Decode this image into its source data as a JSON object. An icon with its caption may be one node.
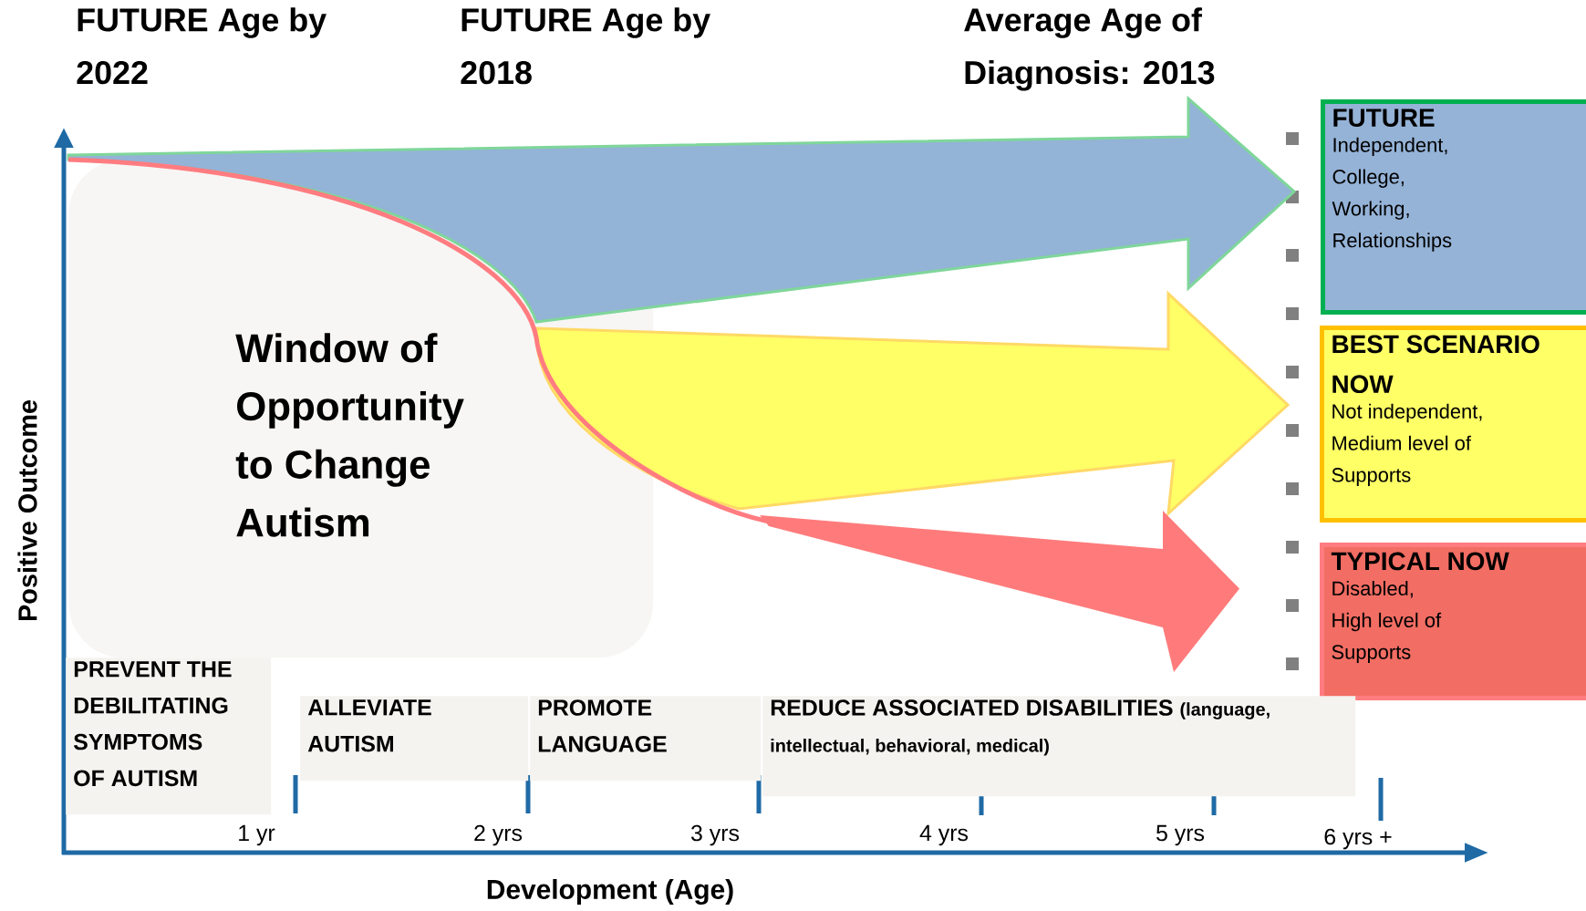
{
  "diagram": {
    "nodes": [
      {
        "text": [
          "Window of Opportunity to Change Autism"
        ]
      },
      {
        "text": [
          "FUTURE",
          "Independent, College, Working, Relationships"
        ]
      },
      {
        "text": [
          "BEST SCENARIO NOW",
          "Not independent, Medium level of Supports"
        ]
      },
      {
        "text": [
          "TYPICAL NOW",
          "Disabled, High level of Supports"
        ]
      },
      {
        "text": [
          "PREVENT THE DEBILITATING SYMPTOMS OF AUTISM"
        ]
      },
      {
        "text": [
          "ALLEVIATE AUTISM"
        ]
      },
      {
        "text": [
          "PROMOTE LANGUAGE"
        ]
      },
      {
        "text": [
          "REDUCE ASSOCIATED DISABILITIES",
          "(language, intellectual, behavioral, medical)"
        ]
      }
    ],
    "edges": [
      {
        "from": 0,
        "to": 1,
        "arrow": "to",
        "color": "#93b3d7"
      },
      {
        "from": 0,
        "to": 2,
        "arrow": "to",
        "color": "#ffff66"
      },
      {
        "from": 0,
        "to": 3,
        "arrow": "to",
        "color": "#ff7b7b"
      }
    ],
    "labels": [
      "FUTURE Age by 2022",
      "FUTURE Age by 2018",
      "Average Age of Diagnosis: 2013",
      "Positive Outcome",
      "1 yr",
      "2 yrs",
      "3 yrs",
      "4 yrs",
      "5 yrs",
      "6 yrs +",
      "Development (Age)"
    ]
  }
}
